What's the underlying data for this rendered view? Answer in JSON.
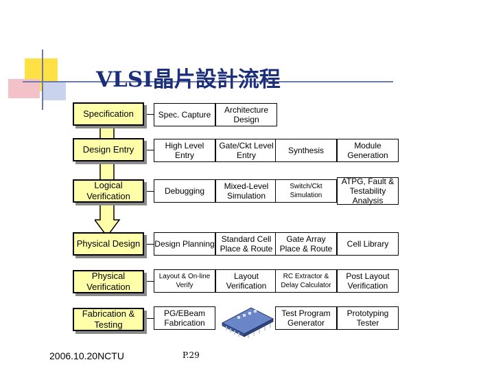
{
  "title": "VLSI晶片設計流程",
  "stages": [
    "Specification",
    "Design Entry",
    "Logical Verification",
    "Physical Design",
    "Physical Verification",
    "Fabrication & Testing"
  ],
  "rows": [
    [
      "Spec. Capture",
      "Architecture Design"
    ],
    [
      "High Level Entry",
      "Gate/Ckt Level Entry",
      "Synthesis",
      "Module Generation"
    ],
    [
      "Debugging",
      "Mixed-Level Simulation",
      "Switch/Ckt Simulation",
      "ATPG, Fault & Testability Analysis"
    ],
    [
      "Design Planning",
      "Standard Cell Place & Route",
      "Gate Array Place & Route",
      "Cell Library"
    ],
    [
      "Layout & On-line Verify",
      "Layout Verification",
      "RC Extractor & Delay Calculator",
      "Post Layout Verification"
    ],
    [
      "PG/EBeam Fabrication",
      "",
      "Test Program Generator",
      "Prototyping Tester"
    ]
  ],
  "chip_icon": "ic-chip-icon",
  "colors": {
    "stage_fill": "#FFFFAA",
    "title": "#1B2F7A",
    "arrow_fill": "#FFFFAA"
  },
  "footer": {
    "date": "2006.10.20NCTU",
    "page": "P.29"
  }
}
